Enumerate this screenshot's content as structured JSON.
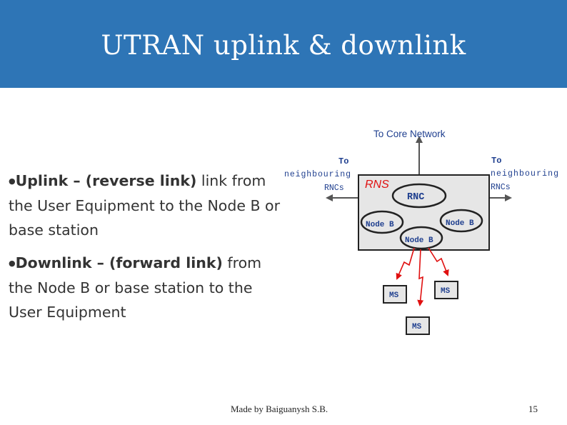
{
  "title": "UTRAN uplink & downlink",
  "bullets": [
    {
      "term": "Uplink – (reverse link)",
      "text": " link from the User Equipment to the Node B or base station"
    },
    {
      "term": "Downlink – (forward link)",
      "text": " from the Node B or base station to the User Equipment"
    }
  ],
  "diagram": {
    "core_network": "To Core Network",
    "left_to": "To",
    "left_neighbouring": "neighbouring",
    "left_rncs": "RNCs",
    "right_to": "To",
    "right_neighbouring": "neighbouring",
    "right_rncs": "RNCs",
    "rns": "RNS",
    "rnc": "RNC",
    "node_b_left": "Node B",
    "node_b_right": "Node B",
    "node_b_center": "Node B",
    "ms_left": "MS",
    "ms_right": "MS",
    "ms_bottom": "MS",
    "colors": {
      "label": "#1f3f8f",
      "rns": "#e01010",
      "link": "#e01010",
      "box": "#e6e6e6"
    }
  },
  "footer": {
    "credit": "Made by Baiguanysh S.B.",
    "page": "15"
  }
}
